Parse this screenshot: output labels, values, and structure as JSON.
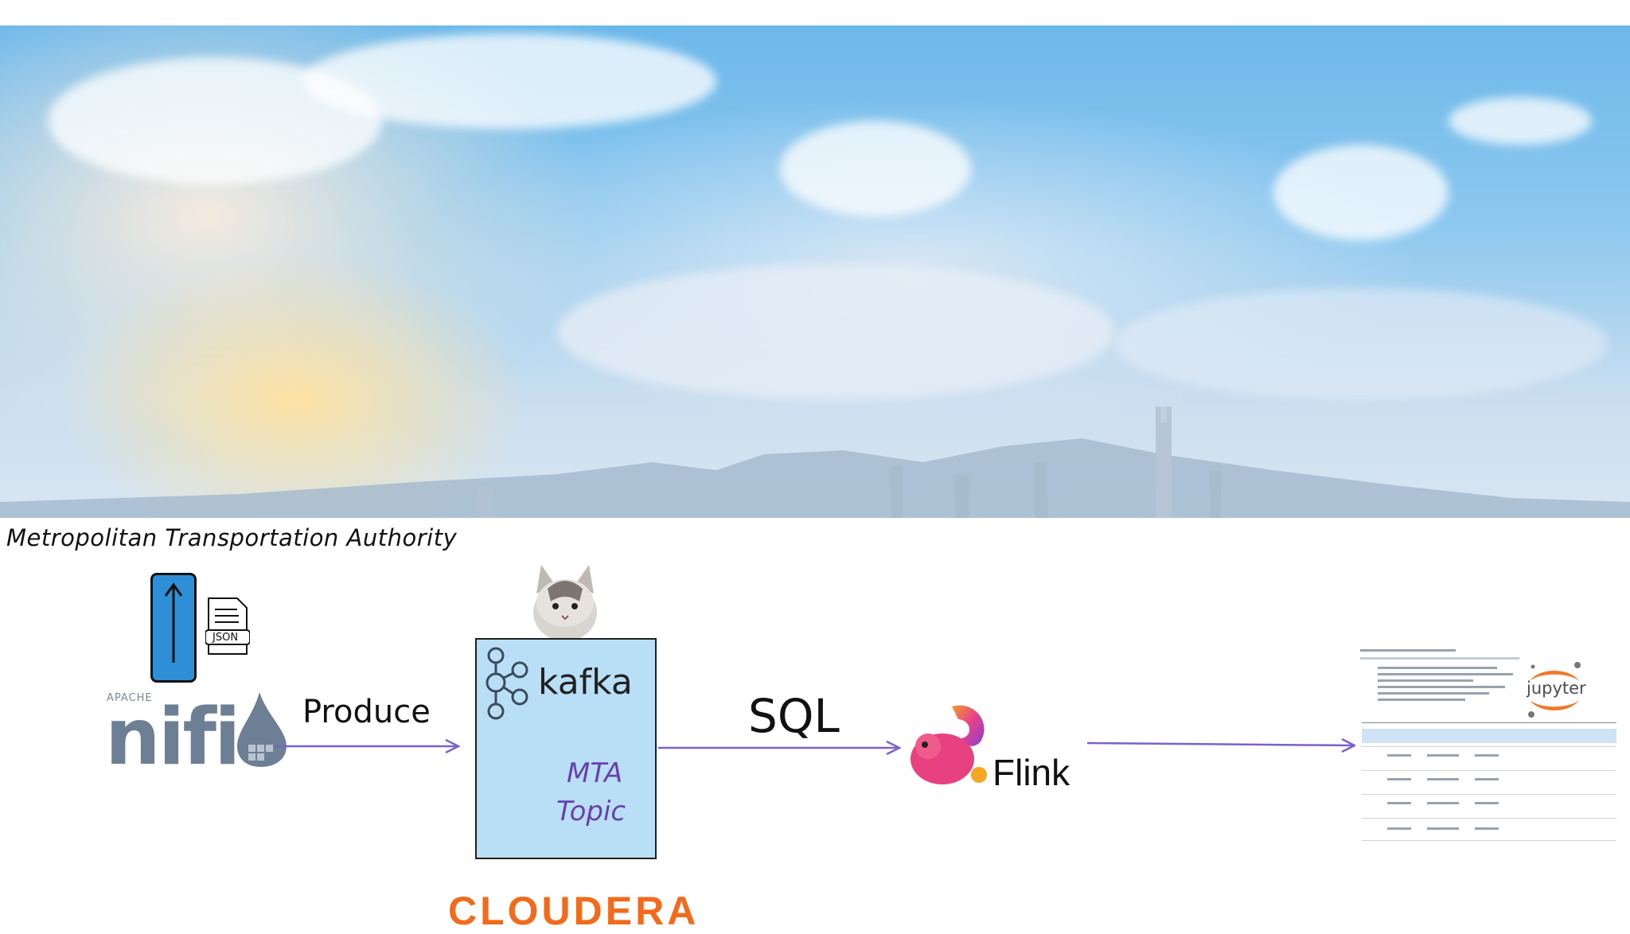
{
  "header": {
    "title": "Metropolitan Transportation Authority"
  },
  "nifi": {
    "apache_label": "APACHE",
    "name": "nifi",
    "json_label": "JSON"
  },
  "flow": {
    "produce_label": "Produce",
    "sql_label": "SQL"
  },
  "kafka": {
    "name": "kafka",
    "topic_line1": "MTA",
    "topic_line2": "Topic"
  },
  "flink": {
    "name": "Flink"
  },
  "jupyter": {
    "name": "jupyter"
  },
  "cloudera": {
    "name": "CLOUDERA"
  },
  "colors": {
    "arrow": "#7a62c9",
    "kafka_box": "#b8dff6",
    "topic_text": "#6a3fb0",
    "cloudera": "#f26b1d",
    "jupyter_orange": "#f37626",
    "nifi_gray": "#6d7f94",
    "upload_blue": "#2f8fd6"
  }
}
